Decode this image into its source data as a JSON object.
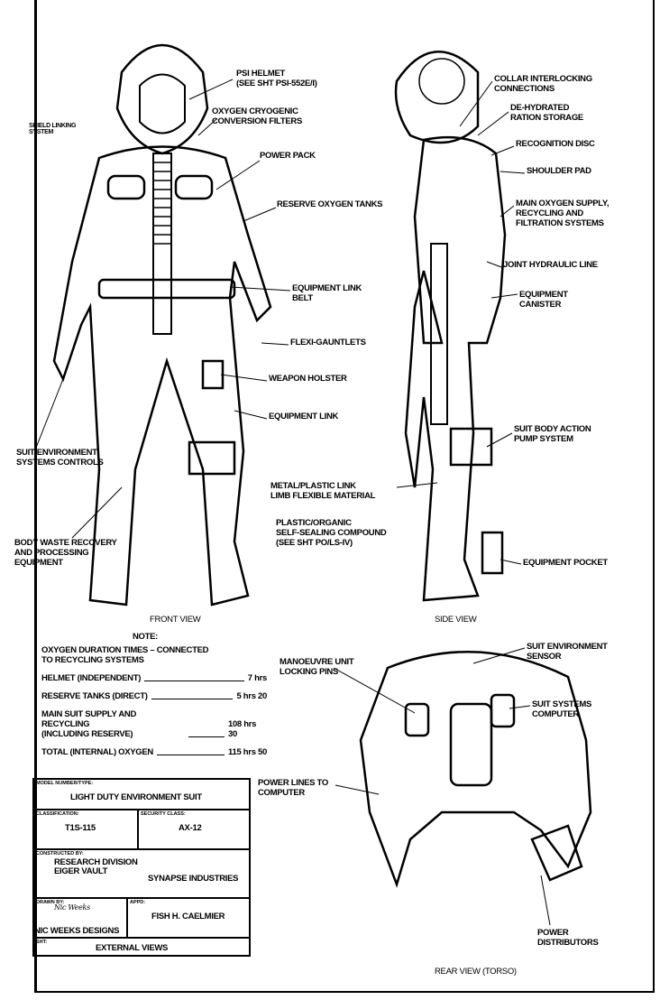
{
  "front_view": {
    "title": "FRONT VIEW",
    "labels": {
      "psi_helmet": "PSI HELMET\n(SEE SHT PSI-552E/I)",
      "oxygen_filters": "OXYGEN CRYOGENIC\nCONVERSION FILTERS",
      "shield_linking": "SHIELD LINKING\nSYSTEM",
      "power_pack": "POWER PACK",
      "reserve_tanks": "RESERVE OXYGEN TANKS",
      "equipment_belt": "EQUIPMENT LINK\nBELT",
      "flexi_gauntlets": "FLEXI-GAUNTLETS",
      "weapon_holster": "WEAPON HOLSTER",
      "equipment_link": "EQUIPMENT LINK",
      "env_controls": "SUIT ENVIRONMENT\nSYSTEMS CONTROLS",
      "waste_recovery": "BODY WASTE RECOVERY\nAND PROCESSING\nEQUIPMENT"
    }
  },
  "side_view": {
    "title": "SIDE VIEW",
    "labels": {
      "collar": "COLLAR INTERLOCKING\nCONNECTIONS",
      "ration": "DE-HYDRATED\nRATION STORAGE",
      "recognition_disc": "RECOGNITION DISC",
      "shoulder_pad": "SHOULDER PAD",
      "main_oxygen": "MAIN OXYGEN SUPPLY,\nRECYCLING AND\nFILTRATION SYSTEMS",
      "hydraulic": "JOINT HYDRAULIC LINE",
      "canister": "EQUIPMENT\nCANISTER",
      "pump": "SUIT BODY ACTION\nPUMP SYSTEM",
      "metal_link": "METAL/PLASTIC LINK\nLIMB FLEXIBLE MATERIAL",
      "self_sealing": "PLASTIC/ORGANIC\nSELF-SEALING COMPOUND\n(SEE SHT PO/LS-IV)",
      "pocket": "EQUIPMENT POCKET"
    }
  },
  "rear_view": {
    "title": "REAR VIEW (TORSO)",
    "labels": {
      "locking_pins": "MANOEUVRE UNIT\nLOCKING PINS",
      "env_sensor": "SUIT ENVIRONMENT\nSENSOR",
      "computer": "SUIT SYSTEMS\nCOMPUTER",
      "power_lines": "POWER LINES TO\nCOMPUTER",
      "distributors": "POWER\nDISTRIBUTORS"
    }
  },
  "note": {
    "heading": "NOTE:",
    "intro": "OXYGEN DURATION TIMES – CONNECTED\nTO RECYCLING SYSTEMS",
    "rows": [
      {
        "label": "HELMET (INDEPENDENT)",
        "value": "7 hrs"
      },
      {
        "label": "RESERVE TANKS (DIRECT)",
        "value": "5 hrs 20"
      },
      {
        "label": "MAIN SUIT SUPPLY AND RECYCLING\n(INCLUDING RESERVE)",
        "value": "108 hrs 30"
      },
      {
        "label": "TOTAL (INTERNAL) OXYGEN",
        "value": "115 hrs 50"
      }
    ]
  },
  "title_block": {
    "model_caption": "MODEL NUMBER/TYPE:",
    "model": "LIGHT DUTY ENVIRONMENT SUIT",
    "classification_caption": "CLASSIFICATION:",
    "classification": "T1S-115",
    "security_caption": "SECURITY CLASS:",
    "security": "AX-12",
    "constructed_caption": "CONSTRUCTED BY:",
    "constructed_1": "RESEARCH DIVISION",
    "constructed_2": "EIGER VAULT",
    "company": "SYNAPSE INDUSTRIES",
    "drawn_caption": "DRAWN BY:",
    "signature": "Nic Weeks",
    "drawn_by": "NIC WEEKS DESIGNS",
    "approved_caption": "APPD:",
    "approved": "FISH H. CAELMIER",
    "sheet_caption": "SHT:",
    "sheet": "EXTERNAL VIEWS"
  }
}
